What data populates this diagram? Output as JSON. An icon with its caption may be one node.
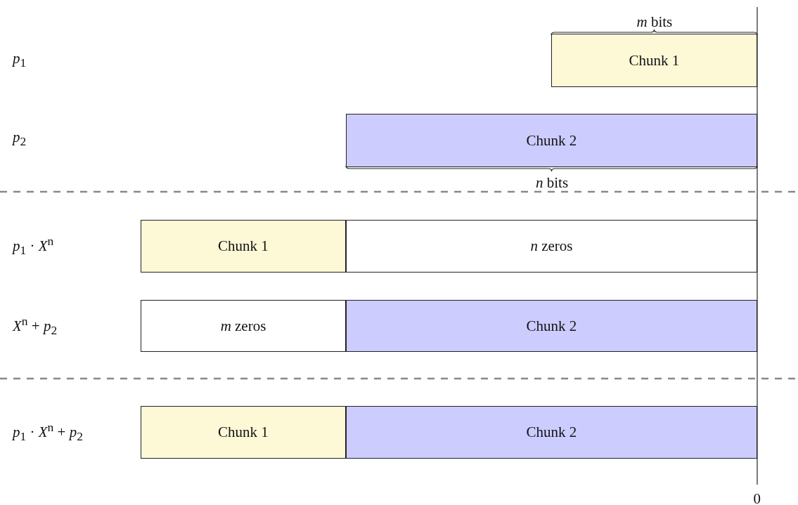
{
  "diagram": {
    "nodes": [
      {
        "text": [
          "Chunk 1"
        ]
      },
      {
        "text": [
          "Chunk 2"
        ]
      },
      {
        "text": [
          "Chunk 1"
        ]
      },
      {
        "text": [
          "*n* zeros"
        ]
      },
      {
        "text": [
          "*m* zeros"
        ]
      },
      {
        "text": [
          "Chunk 2"
        ]
      },
      {
        "text": [
          "Chunk 1"
        ]
      },
      {
        "text": [
          "Chunk 2"
        ]
      }
    ],
    "labels": [
      "*m* bits",
      "*p*$_{1}$",
      "*p*$_{2}$",
      "*n* bits",
      "*p*$_{1}$ · *X*$^{n}$",
      "*X*$^{n}$ + *p*$_{2}$",
      "*p*$_{1}$ · *X*$^{n}$ + *p*$_{2}$",
      "0"
    ]
  }
}
